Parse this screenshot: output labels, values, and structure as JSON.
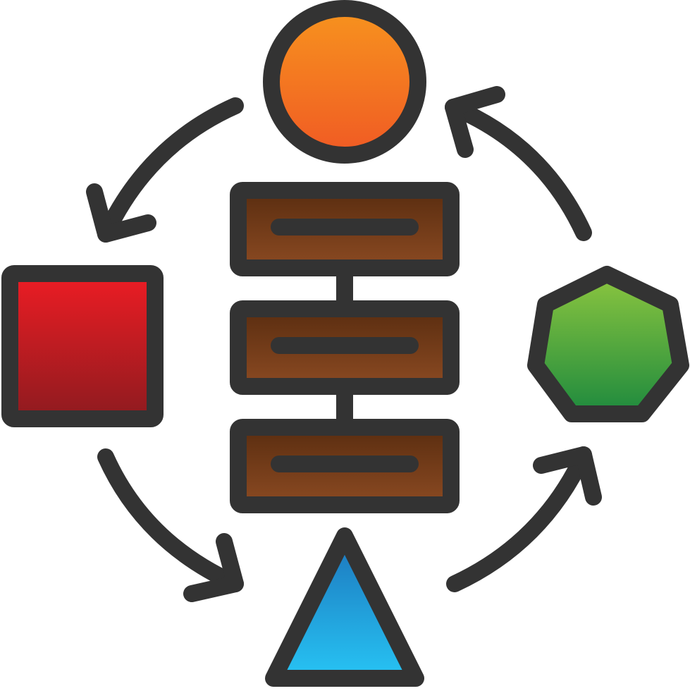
{
  "icon": {
    "name": "workflow-cycle-icon",
    "stroke_color": "#333333",
    "shapes": {
      "circle": {
        "colors": [
          "#F7931E",
          "#F05A24"
        ]
      },
      "square": {
        "colors": [
          "#ED1C24",
          "#8E1B1F"
        ]
      },
      "heptagon": {
        "colors": [
          "#8CC63F",
          "#1E8A3E"
        ]
      },
      "triangle": {
        "colors": [
          "#1C75BC",
          "#27C4F4"
        ]
      },
      "process_blocks": {
        "count": 3,
        "colors": [
          "#5A2D10",
          "#8B4A22"
        ]
      }
    },
    "cycle_direction": "counter-clockwise",
    "arrows": [
      "circle-to-square",
      "square-to-triangle",
      "triangle-to-heptagon",
      "heptagon-to-circle"
    ]
  }
}
